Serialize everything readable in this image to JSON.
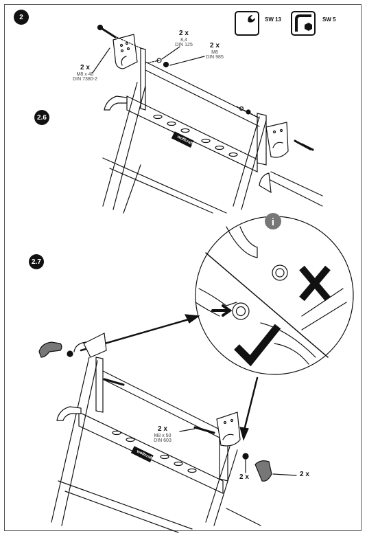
{
  "steps": {
    "main": "2",
    "sub1": "2.6",
    "sub2": "2.7"
  },
  "tools": [
    {
      "label": "SW 13",
      "icon": "open-wrench-icon"
    },
    {
      "label": "SW 5",
      "icon": "hex-key-icon"
    }
  ],
  "callouts": {
    "bolt_m8x40": {
      "qty": "2 x",
      "spec1": "M8 x 40",
      "spec2": "DIN 7380-2"
    },
    "washer_84": {
      "qty": "2 x",
      "spec1": "8,4",
      "spec2": "DIN 125"
    },
    "nut_m8": {
      "qty": "2 x",
      "spec1": "M8",
      "spec2": "DIN 985"
    },
    "bolt_m8x50": {
      "qty": "2 x",
      "spec1": "M8 x 50",
      "spec2": "DIN 603"
    },
    "washer_lower": {
      "qty": "2 x"
    },
    "knob_lower": {
      "qty": "2 x"
    }
  },
  "brand": "wolfcraft",
  "info_icon": "i",
  "colors": {
    "ink": "#111111",
    "paper": "#ffffff"
  }
}
